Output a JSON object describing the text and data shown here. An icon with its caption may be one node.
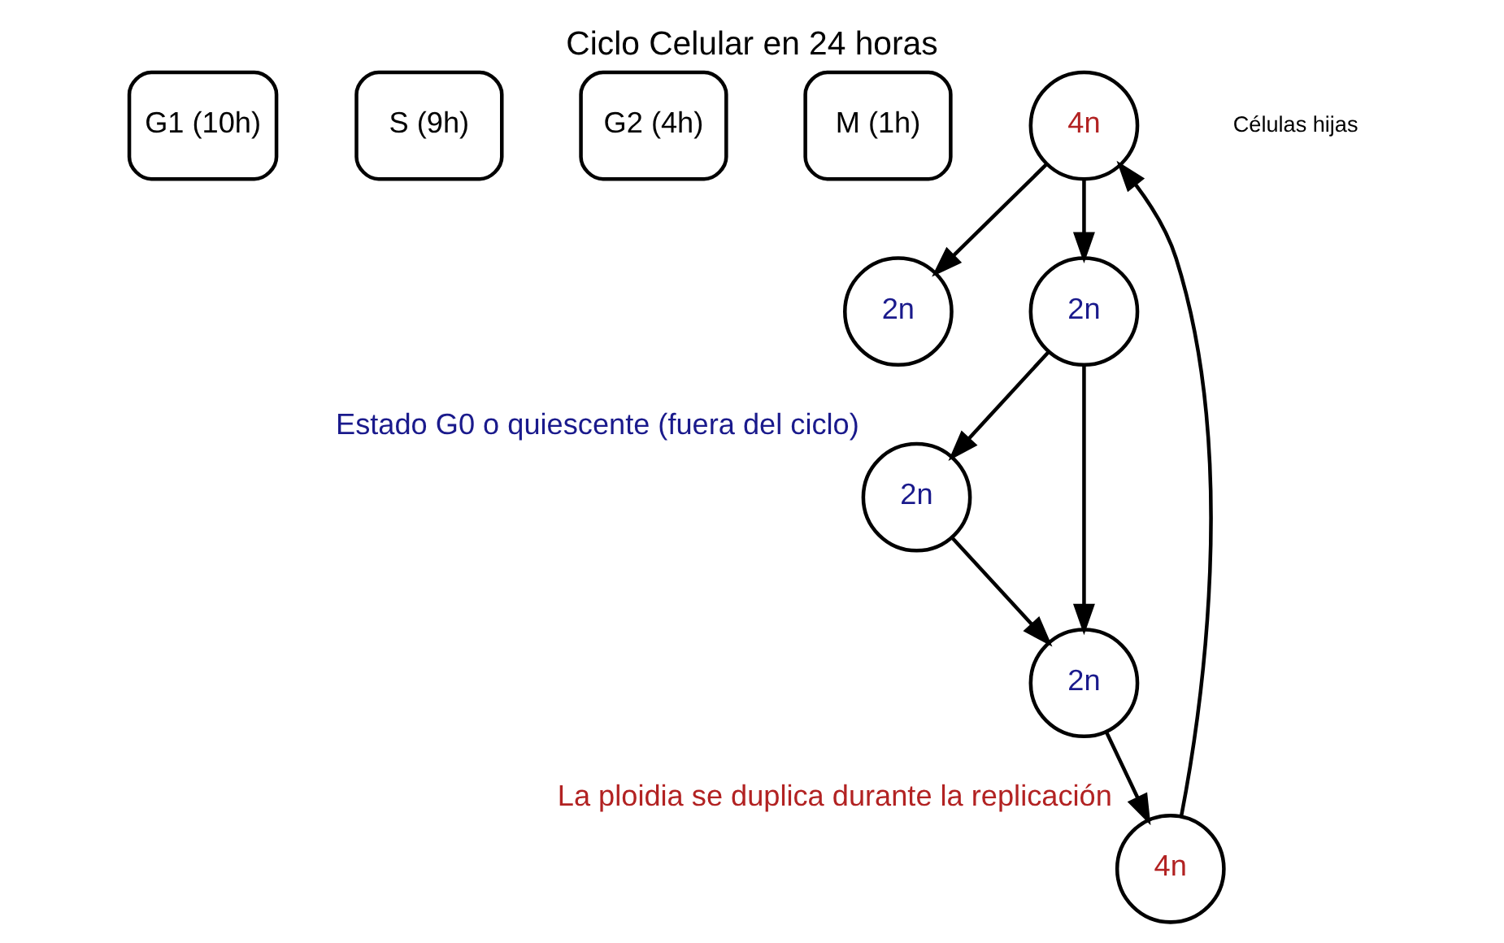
{
  "diagram": {
    "title": "Ciclo Celular en 24 horas",
    "nodes": [
      {
        "text": [
          "G1 (10h)"
        ]
      },
      {
        "text": [
          "S (9h)"
        ]
      },
      {
        "text": [
          "G2 (4h)"
        ]
      },
      {
        "text": [
          "M (1h)"
        ]
      },
      {
        "text": [
          "4n"
        ]
      },
      {
        "text": [
          "2n"
        ]
      },
      {
        "text": [
          "2n"
        ]
      },
      {
        "text": [
          "2n"
        ],
        "beside": [
          "Estado G0 o quiescente (fuera del ciclo)"
        ]
      },
      {
        "text": [
          "2n"
        ]
      },
      {
        "text": [
          "4n"
        ],
        "beside": [
          "La ploidia se duplica durante la replicación"
        ]
      }
    ],
    "edges": [
      {
        "from": 4,
        "to": 5,
        "arrow": "to"
      },
      {
        "from": 4,
        "to": 6,
        "arrow": "to"
      },
      {
        "from": 6,
        "to": 7,
        "arrow": "to"
      },
      {
        "from": 6,
        "to": 8,
        "arrow": "to"
      },
      {
        "from": 7,
        "to": 8,
        "arrow": "to"
      },
      {
        "from": 8,
        "to": 9,
        "arrow": "to"
      },
      {
        "from": 9,
        "to": 4,
        "arrow": "to"
      }
    ],
    "labels": [
      "Células hijas"
    ]
  }
}
